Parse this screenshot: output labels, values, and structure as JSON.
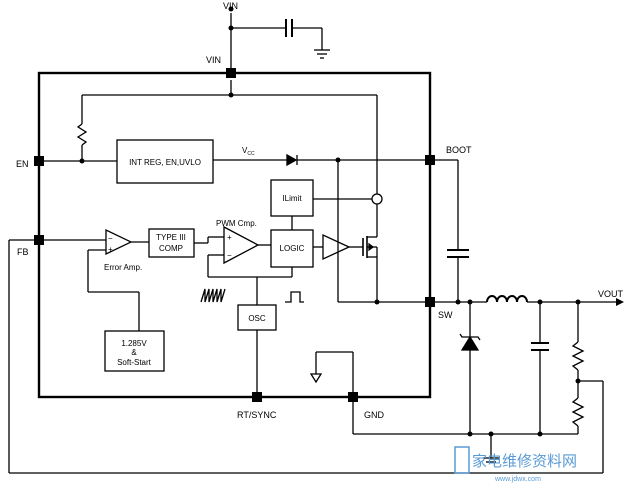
{
  "pins": {
    "vin_top": "VIN",
    "vin": "VIN",
    "en": "EN",
    "fb": "FB",
    "boot": "BOOT",
    "sw": "SW",
    "rt_sync": "RT/SYNC",
    "gnd": "GND",
    "vout": "VOUT"
  },
  "blocks": {
    "int_reg": "INT REG, EN,UVLO",
    "ilimit": "ILimit",
    "logic": "LOGIC",
    "osc": "OSC",
    "type3_line1": "TYPE III",
    "type3_line2": "COMP",
    "ref_line1": "1.285V",
    "ref_line2": "&",
    "ref_line3": "Soft-Start"
  },
  "labels": {
    "vcc_main": "V",
    "vcc_sub": "CC",
    "pwm_cmp": "PWM Cmp.",
    "error_amp": "Error Amp."
  },
  "watermark": {
    "text": "家电维修资料网",
    "url": "www.jdwx.com"
  }
}
